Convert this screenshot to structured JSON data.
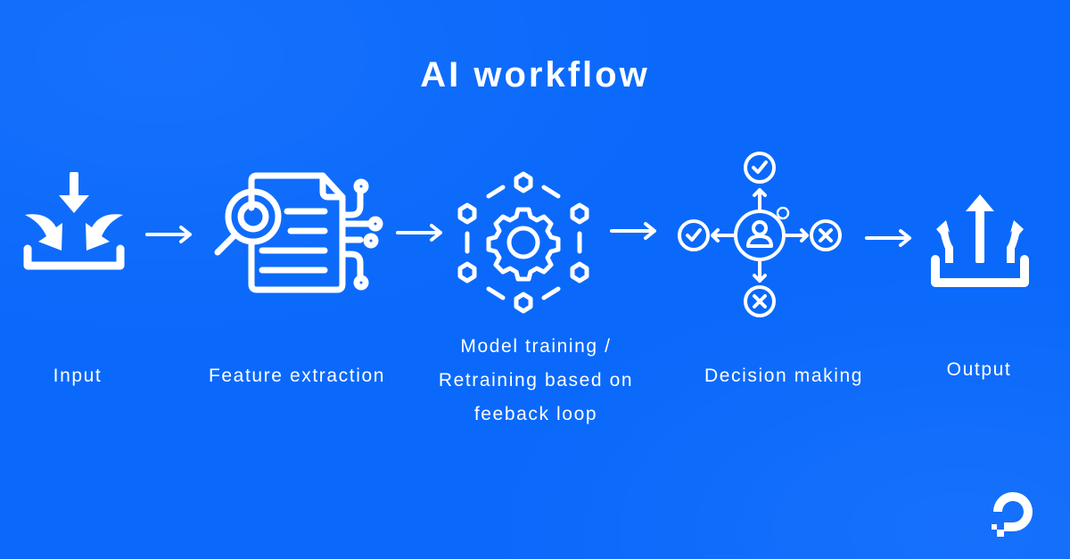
{
  "title": "AI workflow",
  "steps": [
    {
      "label": "Input",
      "icon": "inbox-arrows-icon"
    },
    {
      "label": "Feature extraction",
      "icon": "document-search-icon"
    },
    {
      "label_lines": [
        "Model training /",
        "Retraining based on",
        "feeback loop"
      ],
      "icon": "gear-network-icon"
    },
    {
      "label": "Decision making",
      "icon": "decision-user-icon"
    },
    {
      "label": "Output",
      "icon": "outbox-arrows-icon"
    }
  ],
  "colors": {
    "background": "#0a69fb",
    "foreground": "#ffffff"
  },
  "logo": "DigitalOcean"
}
